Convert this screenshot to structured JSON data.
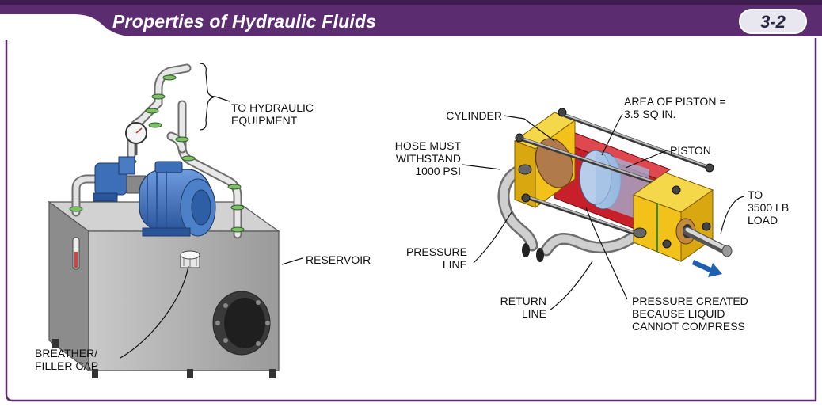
{
  "header": {
    "title": "Properties of Hydraulic Fluids",
    "figure_number": "3-2"
  },
  "labels": {
    "to_hydraulic_equipment": [
      "TO HYDRAULIC",
      "EQUIPMENT"
    ],
    "reservoir": [
      "RESERVOIR"
    ],
    "breather_filler_cap": [
      "BREATHER/",
      "FILLER CAP"
    ],
    "cylinder": [
      "CYLINDER"
    ],
    "area_of_piston": [
      "AREA OF PISTON =",
      "3.5 SQ IN."
    ],
    "piston": [
      "PISTON"
    ],
    "hose_must_withstand": [
      "HOSE MUST",
      "WITHSTAND",
      "1000 PSI"
    ],
    "to_load": [
      "TO",
      "3500 LB",
      "LOAD"
    ],
    "pressure_line": [
      "PRESSURE",
      "LINE"
    ],
    "return_line": [
      "RETURN",
      "LINE"
    ],
    "pressure_created": [
      "PRESSURE CREATED",
      "BECAUSE LIQUID",
      "CANNOT COMPRESS"
    ]
  },
  "colors": {
    "header_purple": "#5b2c6f",
    "frame_purple": "#5b2c6f",
    "motor_blue": "#3d6fb8",
    "cylinder_yellow": "#f2c21b",
    "cylinder_red": "#c8202a",
    "piston_blue": "#a9c6e8",
    "flow_arrow_blue": "#1f5fb0"
  }
}
